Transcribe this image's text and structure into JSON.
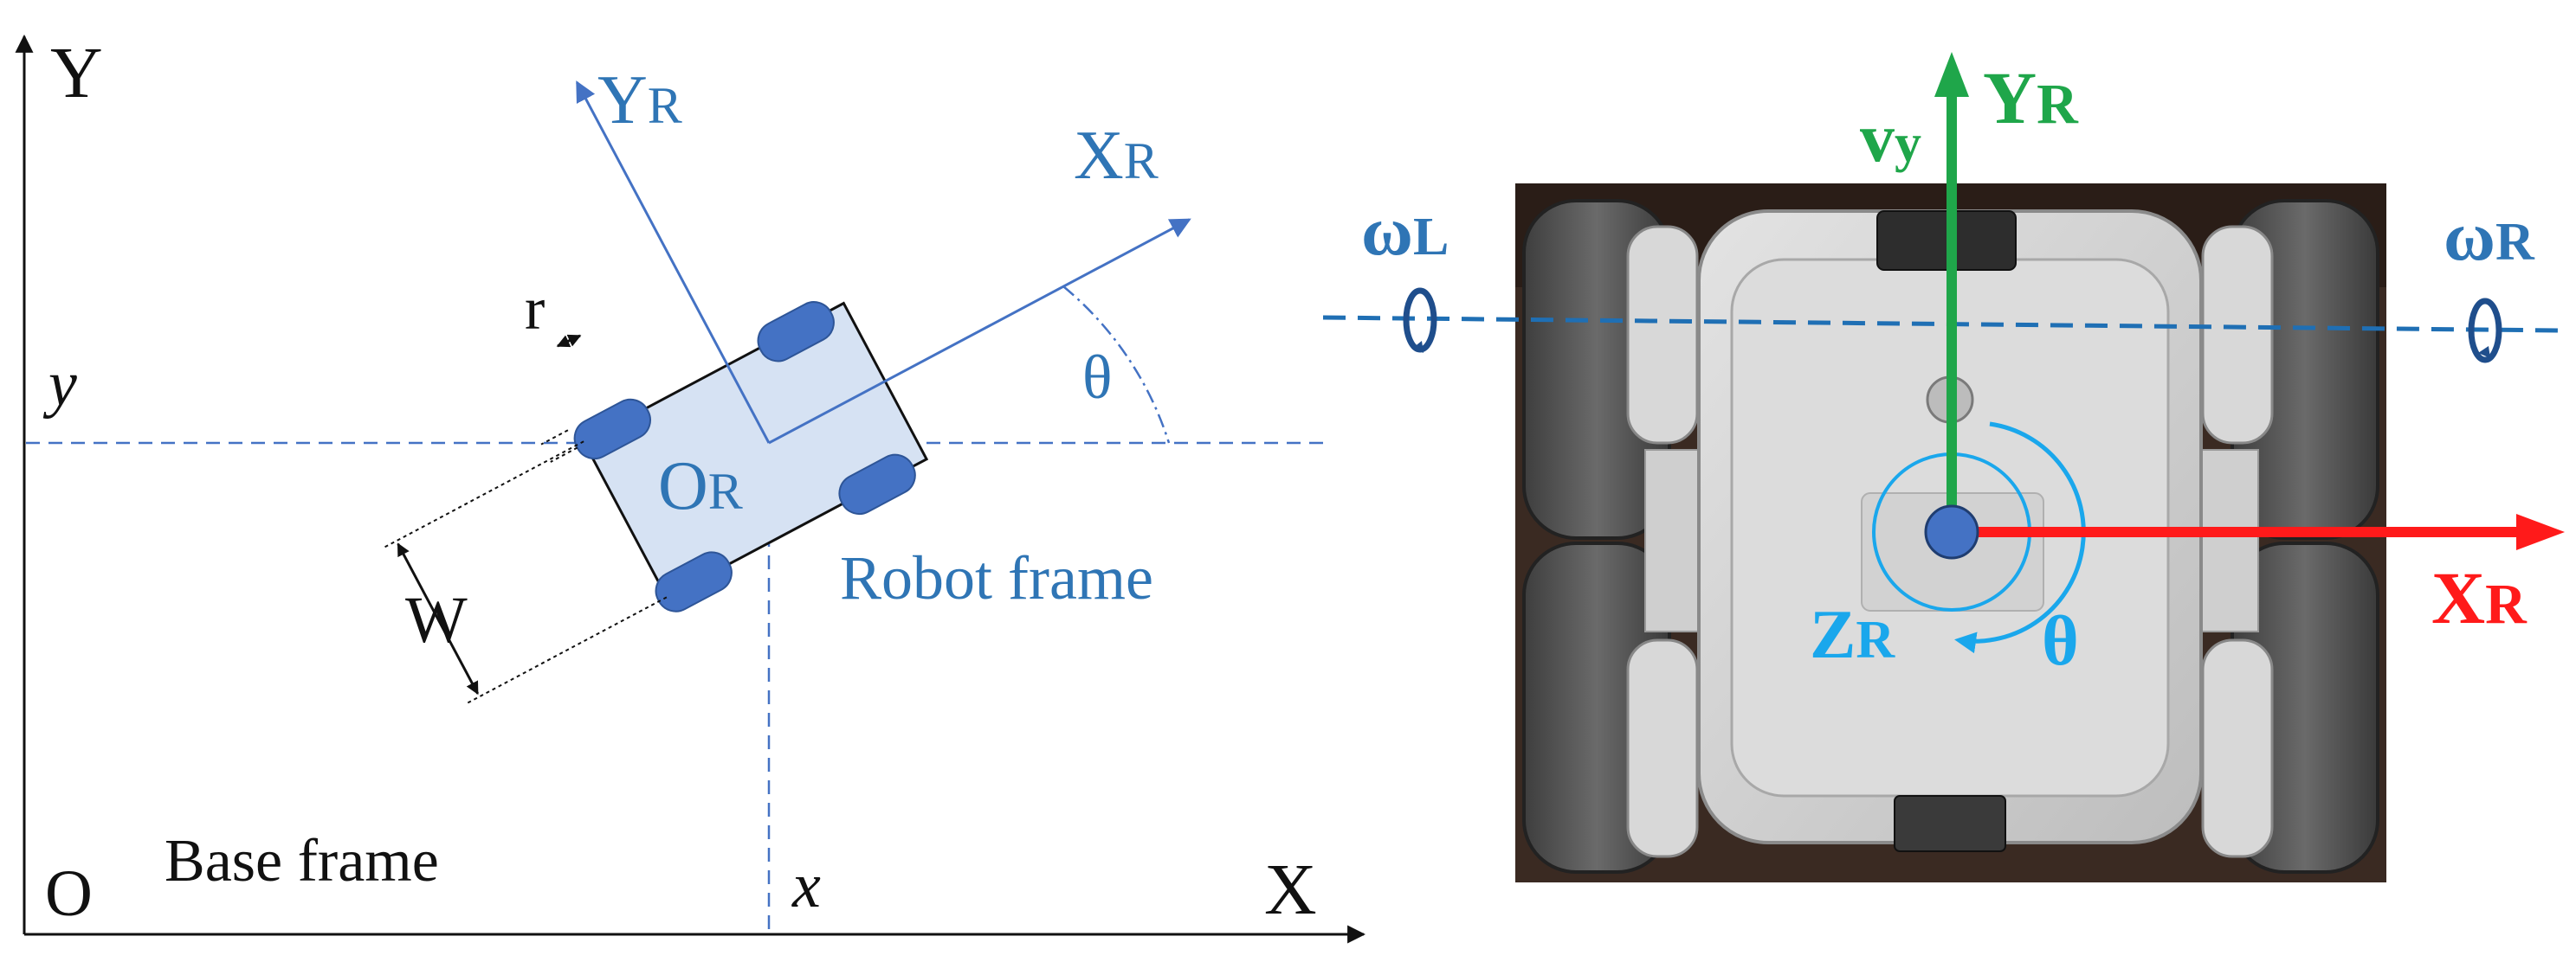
{
  "left_diagram": {
    "base_axis_y": "Y",
    "base_axis_x": "X",
    "origin": "O",
    "base_frame_label": "Base frame",
    "coord_y": "y",
    "coord_x": "x",
    "robot_axis_x_main": "X",
    "robot_axis_x_sub": "R",
    "robot_axis_y_main": "Y",
    "robot_axis_y_sub": "R",
    "robot_origin_main": "O",
    "robot_origin_sub": "R",
    "robot_frame_label": "Robot frame",
    "angle_label": "θ",
    "wheel_radius_label": "r",
    "track_width_label": "W"
  },
  "right_photo": {
    "y_axis_main": "Y",
    "y_axis_sub": "R",
    "velocity_main": "v",
    "velocity_sub": "y",
    "x_axis_main": "X",
    "x_axis_sub": "R",
    "z_axis_main": "Z",
    "z_axis_sub": "R",
    "angle_label": "θ",
    "omega_left_main": "ω",
    "omega_left_sub": "L",
    "omega_right_main": "ω",
    "omega_right_sub": "R"
  },
  "colors": {
    "diagram_blue": "#2f75b5",
    "robot_body_fill": "#d6e2f3",
    "wheel_fill": "#4472c4",
    "y_axis_green": "#1fa64a",
    "x_axis_red": "#ff1a1a",
    "z_axis_cyan": "#1aa7ec"
  }
}
